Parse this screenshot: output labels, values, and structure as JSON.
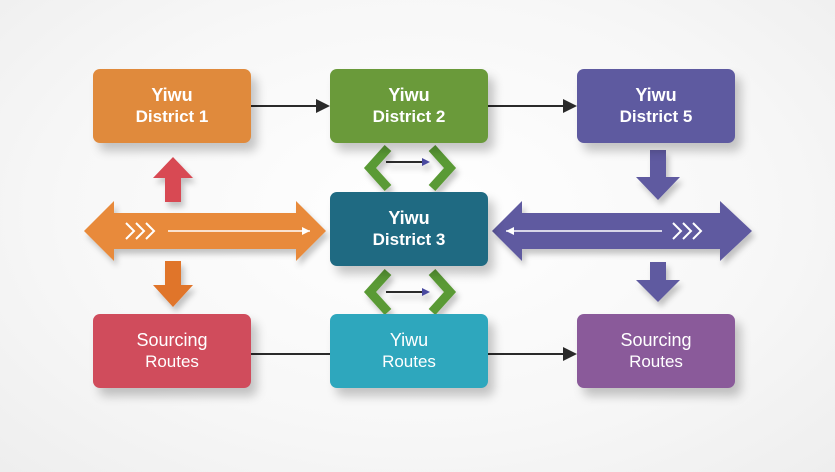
{
  "nodes": {
    "district_1": {
      "line1": "Yiwu",
      "line2": "District 1"
    },
    "district_2": {
      "line1": "Yiwu",
      "line2": "District 2"
    },
    "district_5": {
      "line1": "Yiwu",
      "line2": "District 5"
    },
    "district_3": {
      "line1": "Yiwu",
      "line2": "District 3"
    },
    "sourcing_routes_left": {
      "line1": "Sourcing",
      "line2": "Routes"
    },
    "yiwu_routes": {
      "line1": "Yiwu",
      "line2": "Routes"
    },
    "sourcing_routes_right": {
      "line1": "Sourcing",
      "line2": "Routes"
    }
  },
  "colors": {
    "orange": "#e08a3c",
    "green": "#6a9a3a",
    "purple": "#5e5aa0",
    "teal_dark": "#1f6a82",
    "red": "#d04c5c",
    "cyan": "#2ea7bd",
    "violet": "#8a5a9a",
    "arrow_dark": "#2a2a2a"
  }
}
